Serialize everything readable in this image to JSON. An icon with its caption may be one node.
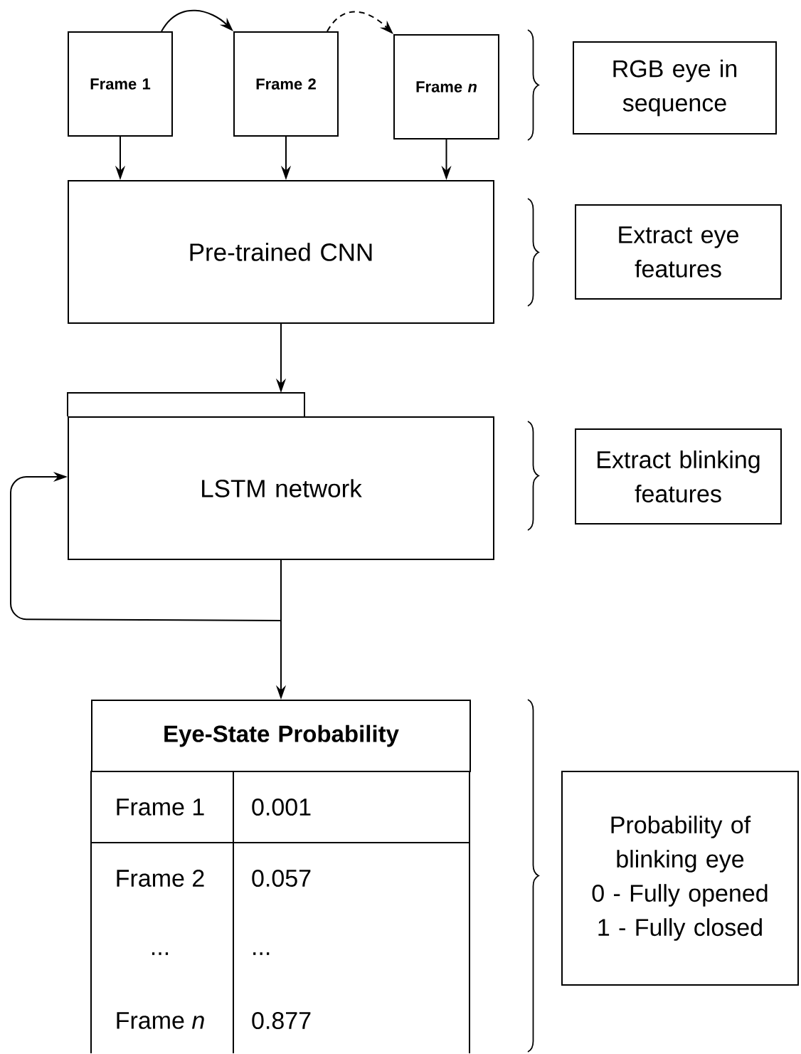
{
  "diagram": {
    "nodes": [
      {
        "text": [
          "Frame 1"
        ]
      },
      {
        "text": [
          "Frame 2"
        ]
      },
      {
        "text": [
          "Frame *n*"
        ]
      },
      {
        "text": [
          "Pre-trained CNN"
        ]
      },
      {
        "text": [
          "LSTM network"
        ]
      },
      {
        "text": [
          "Eye-State Probability"
        ]
      },
      {
        "text": [
          "RGB eye in sequence"
        ]
      },
      {
        "text": [
          "Extract eye features"
        ]
      },
      {
        "text": [
          "Extract blinking features"
        ]
      },
      {
        "text": [
          "Probability of blinking eye",
          "0 - Fully opened",
          "1 - Fully closed"
        ]
      }
    ],
    "edges": [
      {
        "from": 0,
        "to": 1,
        "arrow": "to"
      },
      {
        "from": 1,
        "to": 2,
        "arrow": "to",
        "style": "dashed"
      },
      {
        "from": 0,
        "to": 3,
        "arrow": "to"
      },
      {
        "from": 1,
        "to": 3,
        "arrow": "to"
      },
      {
        "from": 2,
        "to": 3,
        "arrow": "to"
      },
      {
        "from": 3,
        "to": 4,
        "arrow": "to"
      },
      {
        "from": 4,
        "to": 4,
        "arrow": "to"
      },
      {
        "from": 4,
        "to": 5,
        "arrow": "to"
      }
    ],
    "labels": [
      "Frame 1",
      "0.001",
      "Frame 2",
      "0.057",
      "...",
      "...",
      "Frame *n*",
      "0.877"
    ]
  }
}
